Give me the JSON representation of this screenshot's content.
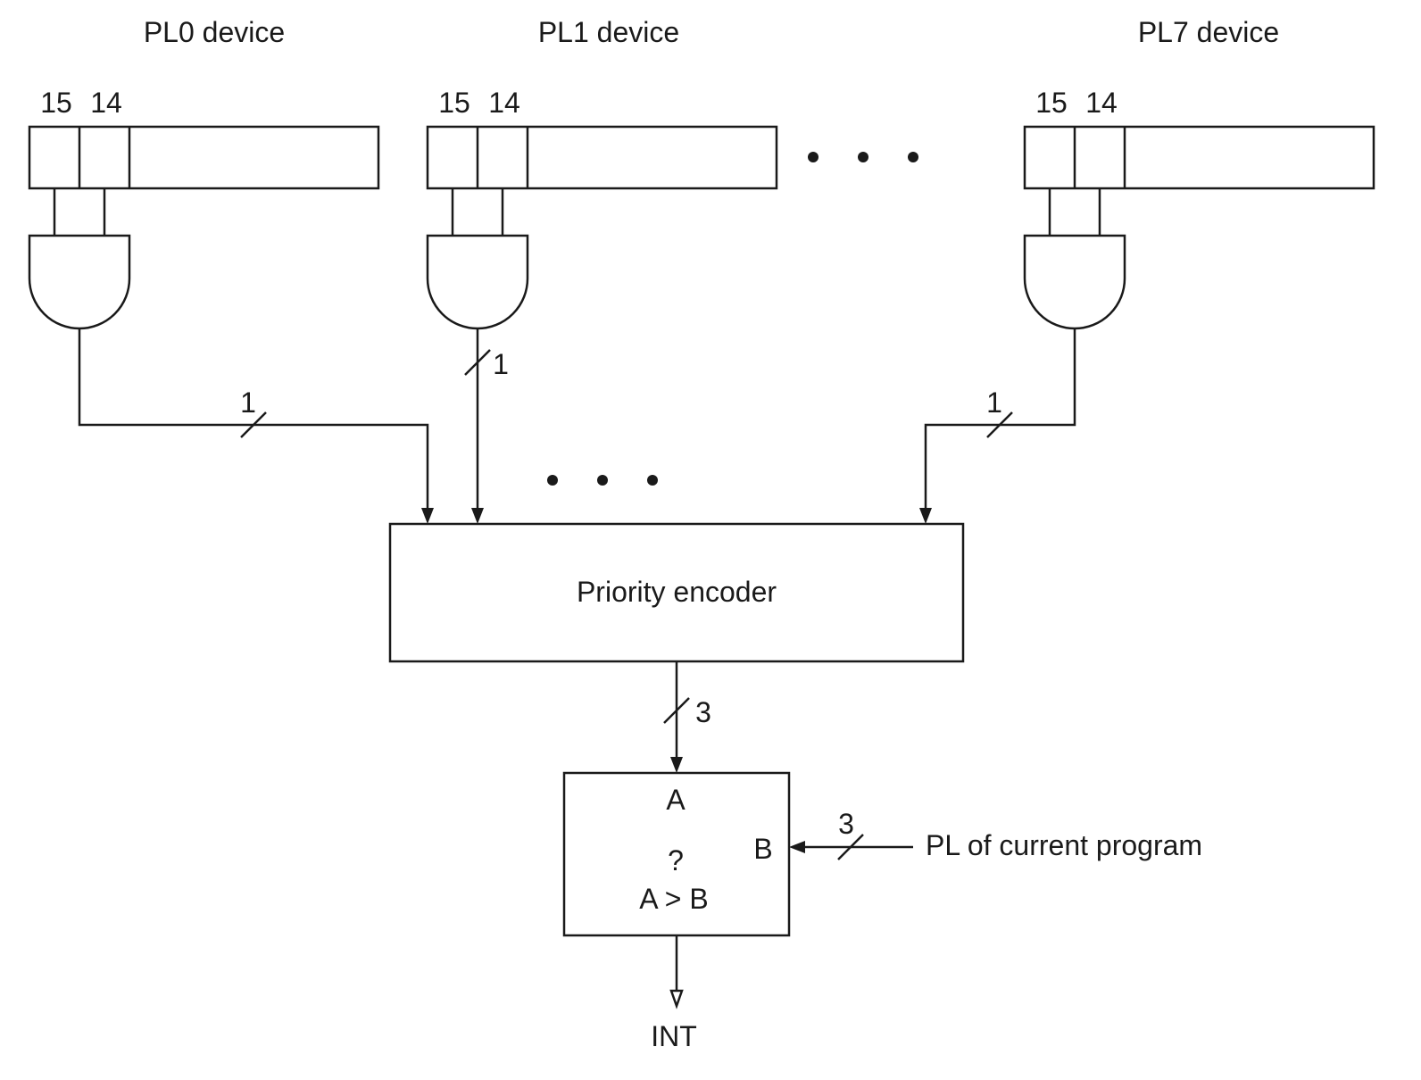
{
  "devices": [
    {
      "label": "PL0 device",
      "bit_high": "15",
      "bit_low": "14",
      "line_width": "1"
    },
    {
      "label": "PL1 device",
      "bit_high": "15",
      "bit_low": "14",
      "line_width": "1"
    },
    {
      "label": "PL7 device",
      "bit_high": "15",
      "bit_low": "14",
      "line_width": "1"
    }
  ],
  "encoder": {
    "label": "Priority encoder",
    "output_width": "3"
  },
  "comparator": {
    "input_a": "A",
    "input_b": "B",
    "question": "?",
    "condition": "A > B",
    "b_width": "3"
  },
  "current_pl": {
    "label": "PL of current program"
  },
  "output": {
    "label": "INT"
  }
}
